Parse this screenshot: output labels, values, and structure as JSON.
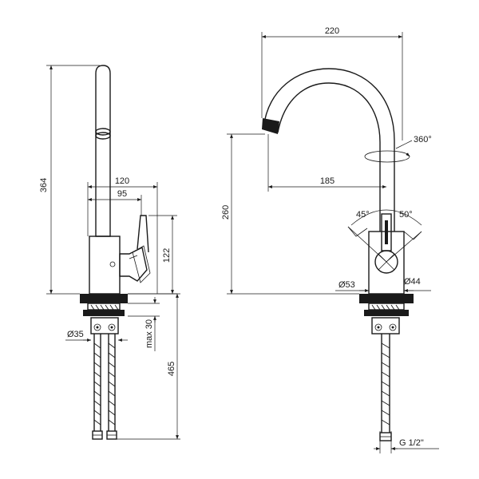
{
  "left_view": {
    "dims": {
      "total_height": "364",
      "width_outer": "120",
      "width_inner": "95",
      "handle_height": "122",
      "max_thickness": "max 30",
      "hose_length": "465",
      "diameter_base": "Ø35"
    }
  },
  "right_view": {
    "dims": {
      "spout_reach": "220",
      "spout_inner": "185",
      "body_height": "260",
      "rotation": "360°",
      "angle_left": "45°",
      "angle_right": "50°",
      "diameter_flange": "Ø53",
      "diameter_body": "Ø44",
      "thread": "G 1/2\""
    }
  }
}
